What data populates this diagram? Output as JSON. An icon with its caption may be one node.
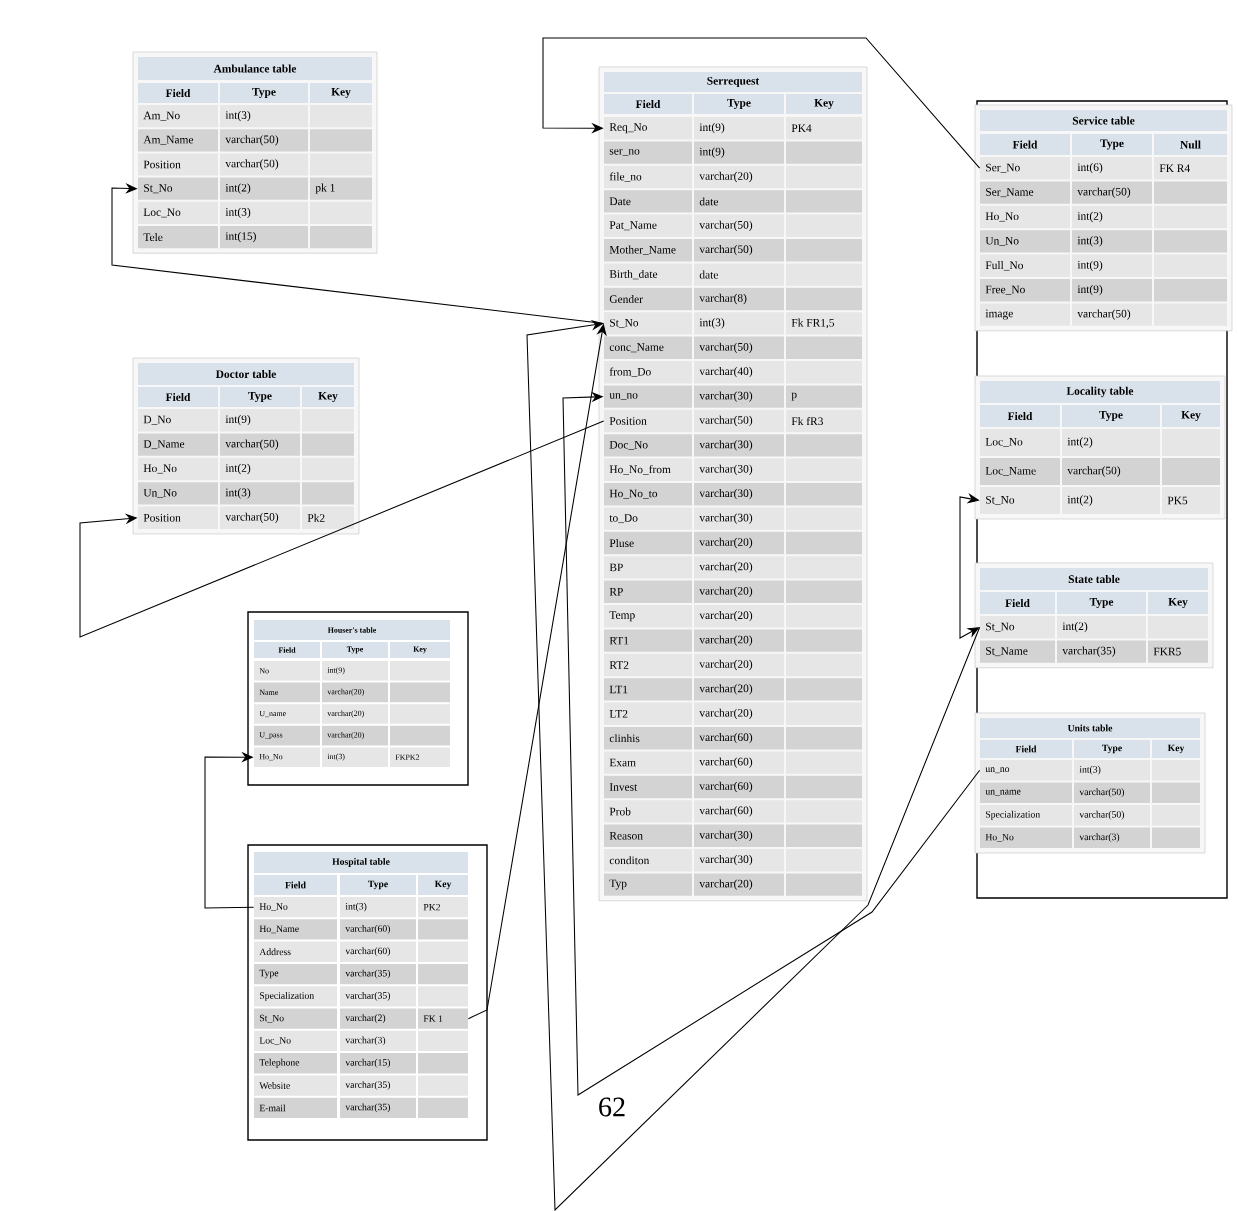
{
  "diagram": {
    "nodes": [
      {
        "text": [
          "Ambulance table",
          "Field",
          "Type",
          "Key"
        ]
      },
      {
        "text": [
          "Am_No",
          "int(3)"
        ],
        "in": 0
      },
      {
        "text": [
          "Am_Name",
          "varchar(50)"
        ],
        "in": 0
      },
      {
        "text": [
          "Position",
          "varchar(50)"
        ],
        "in": 0
      },
      {
        "text": [
          "St_No",
          "int(2)",
          "pk 1"
        ],
        "in": 0
      },
      {
        "text": [
          "Loc_No",
          "int(3)"
        ],
        "in": 0
      },
      {
        "text": [
          "Tele",
          "int(15)"
        ],
        "in": 0
      },
      {
        "text": [
          "Doctor table",
          "Field",
          "Type",
          "Key"
        ]
      },
      {
        "text": [
          "D_No",
          "int(9)"
        ],
        "in": 7
      },
      {
        "text": [
          "D_Name",
          "varchar(50)"
        ],
        "in": 7
      },
      {
        "text": [
          "Ho_No",
          "int(2)"
        ],
        "in": 7
      },
      {
        "text": [
          "Un_No",
          "int(3)"
        ],
        "in": 7
      },
      {
        "text": [
          "Position",
          "varchar(50)",
          "Pk2"
        ],
        "in": 7
      },
      {
        "text": [
          "Houser's table",
          "Field",
          "Type",
          "Key"
        ]
      },
      {
        "text": [
          "No",
          "int(9)"
        ],
        "in": 13
      },
      {
        "text": [
          "Name",
          "varchar(20)"
        ],
        "in": 13
      },
      {
        "text": [
          "U_name",
          "varchar(20)"
        ],
        "in": 13
      },
      {
        "text": [
          "U_pass",
          "varchar(20)"
        ],
        "in": 13
      },
      {
        "text": [
          "Ho_No",
          "int(3)",
          "FKPK2"
        ],
        "in": 13
      },
      {
        "text": [
          "Hospital table",
          "Field",
          "Type",
          "Key"
        ]
      },
      {
        "text": [
          "Ho_No",
          "int(3)",
          "PK2"
        ],
        "in": 19
      },
      {
        "text": [
          "Ho_Name",
          "varchar(60)"
        ],
        "in": 19
      },
      {
        "text": [
          "Address",
          "varchar(60)"
        ],
        "in": 19
      },
      {
        "text": [
          "Type",
          "varchar(35)"
        ],
        "in": 19
      },
      {
        "text": [
          "Specialization",
          "varchar(35)"
        ],
        "in": 19
      },
      {
        "text": [
          "St_No",
          "varchar(2)",
          "FK 1"
        ],
        "in": 19
      },
      {
        "text": [
          "Loc_No",
          "varchar(3)"
        ],
        "in": 19
      },
      {
        "text": [
          "Telephone",
          "varchar(15)"
        ],
        "in": 19
      },
      {
        "text": [
          "Website",
          "varchar(35)"
        ],
        "in": 19
      },
      {
        "text": [
          "E-mail",
          "varchar(35)"
        ],
        "in": 19
      },
      {
        "text": [
          "Serrequest",
          "Field",
          "Type",
          "Key"
        ]
      },
      {
        "text": [
          "Req_No",
          "int(9)",
          "PK4"
        ],
        "in": 30
      },
      {
        "text": [
          "ser_no",
          "int(9)"
        ],
        "in": 30
      },
      {
        "text": [
          "file_no",
          "varchar(20)"
        ],
        "in": 30
      },
      {
        "text": [
          "Date",
          "date"
        ],
        "in": 30
      },
      {
        "text": [
          "Pat_Name",
          "varchar(50)"
        ],
        "in": 30
      },
      {
        "text": [
          "Mother_Name",
          "varchar(50)"
        ],
        "in": 30
      },
      {
        "text": [
          "Birth_date",
          "date"
        ],
        "in": 30
      },
      {
        "text": [
          "Gender",
          "varchar(8)"
        ],
        "in": 30
      },
      {
        "text": [
          "St_No",
          "int(3)",
          "Fk FR1,5"
        ],
        "in": 30
      },
      {
        "text": [
          "conc_Name",
          "varchar(50)"
        ],
        "in": 30
      },
      {
        "text": [
          "from_Do",
          "varchar(40)"
        ],
        "in": 30
      },
      {
        "text": [
          "un_no",
          "varchar(30)",
          "p"
        ],
        "in": 30
      },
      {
        "text": [
          "Position",
          "varchar(50)",
          "Fk fR3"
        ],
        "in": 30
      },
      {
        "text": [
          "Doc_No",
          "varchar(30)"
        ],
        "in": 30
      },
      {
        "text": [
          "Ho_No_from",
          "varchar(30)"
        ],
        "in": 30
      },
      {
        "text": [
          "Ho_No_to",
          "varchar(30)"
        ],
        "in": 30
      },
      {
        "text": [
          "to_Do",
          "varchar(30)"
        ],
        "in": 30
      },
      {
        "text": [
          "Pluse",
          "varchar(20)"
        ],
        "in": 30
      },
      {
        "text": [
          "BP",
          "varchar(20)"
        ],
        "in": 30
      },
      {
        "text": [
          "RP",
          "varchar(20)"
        ],
        "in": 30
      },
      {
        "text": [
          "Temp",
          "varchar(20)"
        ],
        "in": 30
      },
      {
        "text": [
          "RT1",
          "varchar(20)"
        ],
        "in": 30
      },
      {
        "text": [
          "RT2",
          "varchar(20)"
        ],
        "in": 30
      },
      {
        "text": [
          "LT1",
          "varchar(20)"
        ],
        "in": 30
      },
      {
        "text": [
          "LT2",
          "varchar(20)"
        ],
        "in": 30
      },
      {
        "text": [
          "clinhis",
          "varchar(60)"
        ],
        "in": 30
      },
      {
        "text": [
          "Exam",
          "varchar(60)"
        ],
        "in": 30
      },
      {
        "text": [
          "Invest",
          "varchar(60)"
        ],
        "in": 30
      },
      {
        "text": [
          "Prob",
          "varchar(60)"
        ],
        "in": 30
      },
      {
        "text": [
          "Reason",
          "varchar(30)"
        ],
        "in": 30
      },
      {
        "text": [
          "conditon",
          "varchar(30)"
        ],
        "in": 30
      },
      {
        "text": [
          "Typ",
          "varchar(20)"
        ],
        "in": 30
      },
      {
        "text": [],
        "shape": "box"
      },
      {
        "text": [
          "Service table",
          "Field",
          "Type",
          "Null"
        ],
        "in": 63
      },
      {
        "text": [
          "Ser_No",
          "int(6)",
          "FK R4"
        ],
        "in": 64
      },
      {
        "text": [
          "Ser_Name",
          "varchar(50)"
        ],
        "in": 64
      },
      {
        "text": [
          "Ho_No",
          "int(2)"
        ],
        "in": 64
      },
      {
        "text": [
          "Un_No",
          "int(3)"
        ],
        "in": 64
      },
      {
        "text": [
          "Full_No",
          "int(9)"
        ],
        "in": 64
      },
      {
        "text": [
          "Free_No",
          "int(9)"
        ],
        "in": 64
      },
      {
        "text": [
          "image",
          "varchar(50)"
        ],
        "in": 64
      },
      {
        "text": [
          "Locality table",
          "Field",
          "Type",
          "Key"
        ],
        "in": 63
      },
      {
        "text": [
          "Loc_No",
          "int(2)"
        ],
        "in": 72
      },
      {
        "text": [
          "Loc_Name",
          "varchar(50)"
        ],
        "in": 72
      },
      {
        "text": [
          "St_No",
          "int(2)",
          "PK5"
        ],
        "in": 72
      },
      {
        "text": [
          "State table",
          "Field",
          "Type",
          "Key"
        ],
        "in": 63
      },
      {
        "text": [
          "St_No",
          "int(2)"
        ],
        "in": 76
      },
      {
        "text": [
          "St_Name",
          "varchar(35)",
          "FKR5"
        ],
        "in": 76
      },
      {
        "text": [
          "Units table",
          "Field",
          "Type",
          "Key"
        ],
        "in": 63
      },
      {
        "text": [
          "un_no",
          "int(3)"
        ],
        "in": 79
      },
      {
        "text": [
          "un_name",
          "varchar(50)"
        ],
        "in": 79
      },
      {
        "text": [
          "Specialization",
          "varchar(50)"
        ],
        "in": 79
      },
      {
        "text": [
          "Ho_No",
          "varchar(3)"
        ],
        "in": 79
      }
    ],
    "edges": [
      {
        "from": 65,
        "to": 31,
        "arrow": "to"
      },
      {
        "from": 39,
        "to": 4,
        "arrow": "to"
      },
      {
        "from": 77,
        "to": 39,
        "arrow": "to"
      },
      {
        "from": 25,
        "to": 39,
        "arrow": "to"
      },
      {
        "from": 80,
        "to": 42,
        "arrow": "to"
      },
      {
        "from": 43,
        "to": 12,
        "arrow": "to"
      },
      {
        "from": 20,
        "to": 18,
        "arrow": "to"
      },
      {
        "from": 75,
        "to": 77,
        "arrow": "both"
      }
    ],
    "labels": [
      "62"
    ]
  }
}
